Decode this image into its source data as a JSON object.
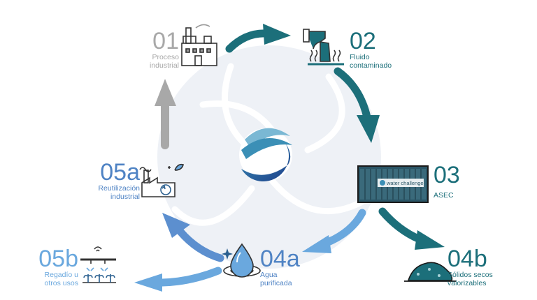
{
  "colors": {
    "gray": "#a8a8a8",
    "teal": "#1c6f7a",
    "blue": "#4f83c4",
    "lightblue": "#6aa8de",
    "bg_swirl": "#eef1f6"
  },
  "steps": {
    "s01": {
      "num": "01",
      "label1": "Proceso",
      "label2": "industrial",
      "icon": "factory-icon"
    },
    "s02": {
      "num": "02",
      "label1": "Fluido",
      "label2": "contaminado",
      "icon": "polluted-pipe-icon"
    },
    "s03": {
      "num": "03",
      "label1": "ASEC",
      "icon": "container-icon",
      "container_text": "water challenge"
    },
    "s04a": {
      "num": "04a",
      "label1": "Agua",
      "label2": "purificada",
      "icon": "water-drop-icon"
    },
    "s04b": {
      "num": "04b",
      "label1": "Sólidos secos",
      "label2": "valorizables",
      "icon": "solids-pile-icon"
    },
    "s05a": {
      "num": "05a",
      "label1": "Reutilización",
      "label2": "industrial",
      "icon": "reuse-factory-icon"
    },
    "s05b": {
      "num": "05b",
      "label1": "Regadío u",
      "label2": "otros usos",
      "icon": "irrigation-icon"
    }
  }
}
